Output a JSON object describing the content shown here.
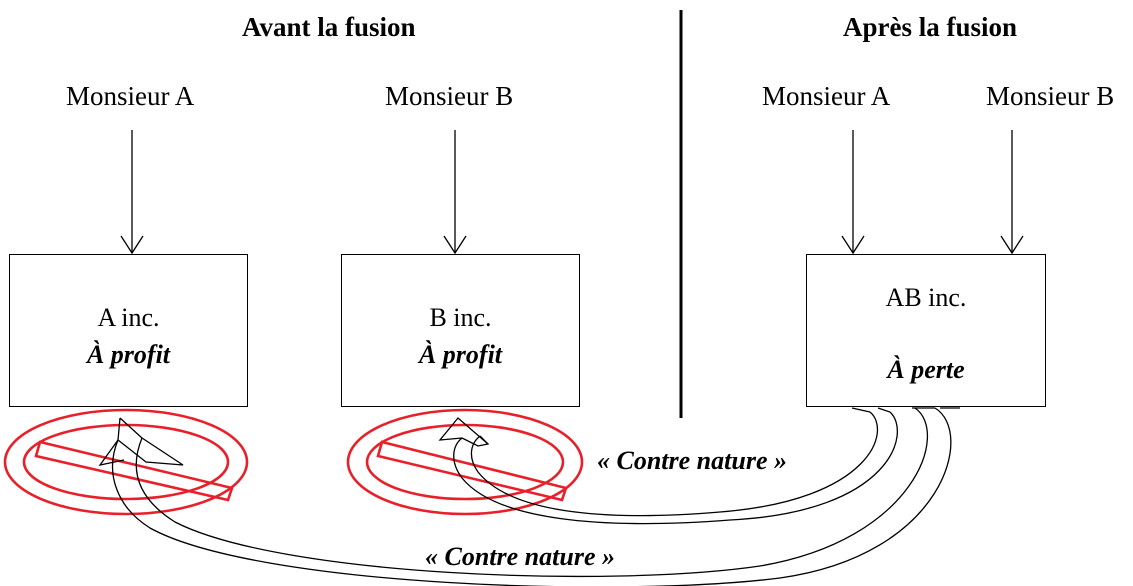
{
  "headings": {
    "before": "Avant la fusion",
    "after": "Après la fusion"
  },
  "before": {
    "person_a": "Monsieur A",
    "person_b": "Monsieur B",
    "company_a": {
      "name": "A inc.",
      "status": "À profit"
    },
    "company_b": {
      "name": "B inc.",
      "status": "À profit"
    }
  },
  "after": {
    "person_a": "Monsieur A",
    "person_b": "Monsieur B",
    "company_ab": {
      "name": "AB inc.",
      "status": "À perte"
    }
  },
  "flows": {
    "upper_label": "« Contre nature »",
    "lower_label": "« Contre nature »"
  },
  "colors": {
    "prohibition": "#e8202a",
    "ink": "#000000"
  },
  "icons": [
    "prohibition-sign-icon",
    "arrow-down-icon"
  ]
}
